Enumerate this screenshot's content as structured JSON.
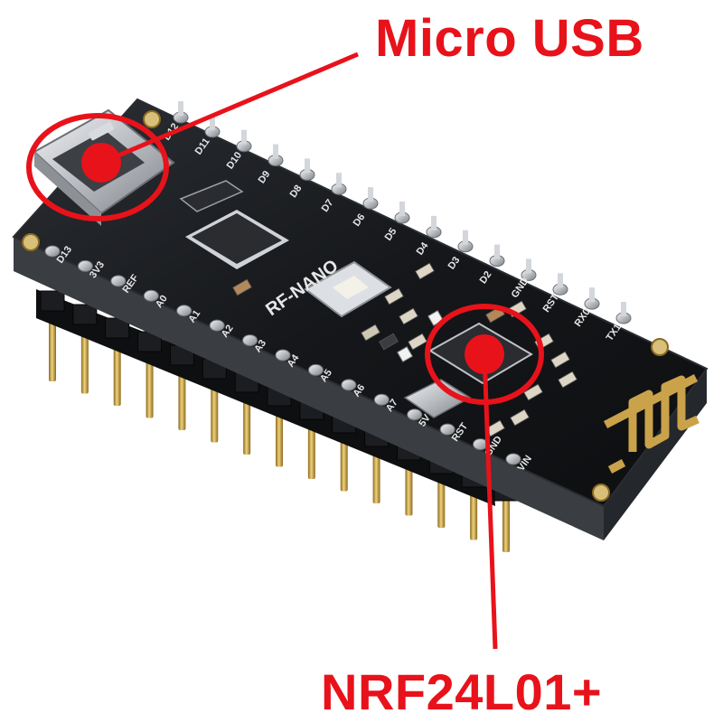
{
  "callouts": {
    "usb_label": "Micro USB",
    "chip_label": "NRF24L01+"
  },
  "board": {
    "name": "RF-NANO",
    "top_pins": [
      "D12",
      "D11",
      "D10",
      "D9",
      "D8",
      "D7",
      "D6",
      "D5",
      "D4",
      "D3",
      "D2",
      "GND",
      "RST",
      "RX0",
      "TX1"
    ],
    "bottom_pins": [
      "D13",
      "3V3",
      "REF",
      "A0",
      "A1",
      "A2",
      "A3",
      "A4",
      "A5",
      "A6",
      "A7",
      "5V",
      "RST",
      "GND",
      "VIN"
    ]
  },
  "colors": {
    "callout": "#e8121b",
    "board": "#16181b",
    "board_edge": "#2a2d31",
    "gold": "#c9a24a",
    "silver": "#c7cace",
    "silkscreen": "#e6e6e6",
    "header": "#0e0f11"
  }
}
